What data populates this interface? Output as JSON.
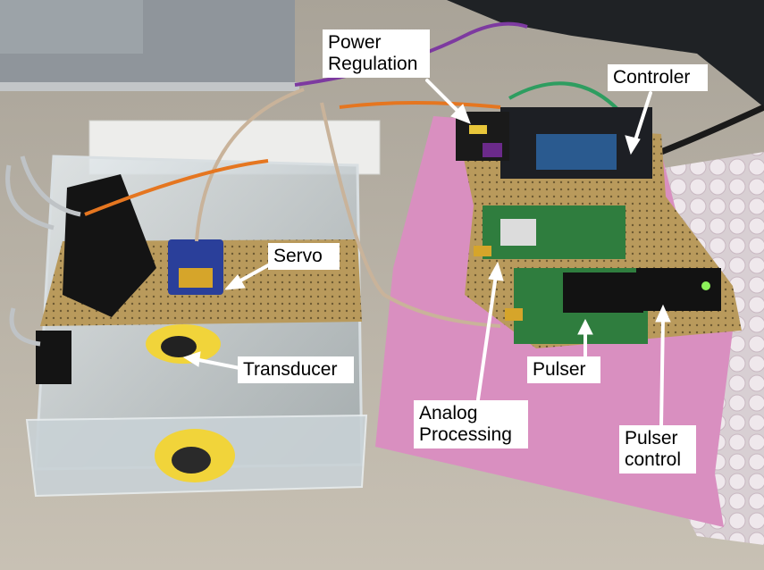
{
  "labels": {
    "power_regulation_line1": "Power",
    "power_regulation_line2": "Regulation",
    "controler": "Controler",
    "servo": "Servo",
    "transducer": "Transducer",
    "analog_line1": "Analog",
    "analog_line2": "Processing",
    "pulser": "Pulser",
    "pulser_control_line1": "Pulser",
    "pulser_control_line2": "control"
  },
  "colors": {
    "label_background": "#ffffff",
    "label_text": "#000000",
    "arrow": "#ffffff",
    "desk": "#b9b2a6",
    "pink_foam": "#d98fc0",
    "pcb_green": "#2f7d3e",
    "perfboard": "#b99a5c",
    "transducer_yellow": "#f1d43a",
    "servo_blue": "#2a3f9a"
  }
}
